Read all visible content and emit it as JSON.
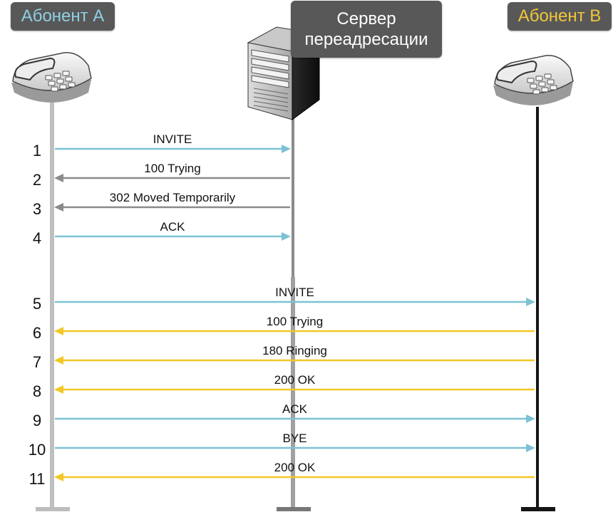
{
  "colors": {
    "subscriber_a": "#7dc2d4",
    "server": "#8a8a8a",
    "subscriber_b": "#f3c825",
    "header_bg": "#585858",
    "header_text": "#ffffff",
    "line_b": "#151515"
  },
  "participants": {
    "a": {
      "label": "Абонент А",
      "label_color": "#8fcfe3",
      "icon": "desk-phone-icon"
    },
    "server": {
      "label_line1": "Сервер",
      "label_line2": "переадресации",
      "label_color": "#ffffff",
      "icon": "server-tower-icon"
    },
    "b": {
      "label": "Абонент В",
      "label_color": "#f1c63b",
      "icon": "desk-phone-icon"
    }
  },
  "messages": [
    {
      "num": "1",
      "label": "INVITE",
      "from": "a",
      "to": "server",
      "color_key": "subscriber_a"
    },
    {
      "num": "2",
      "label": "100 Trying",
      "from": "server",
      "to": "a",
      "color_key": "server"
    },
    {
      "num": "3",
      "label": "302 Moved Temporarily",
      "from": "server",
      "to": "a",
      "color_key": "server"
    },
    {
      "num": "4",
      "label": "ACK",
      "from": "a",
      "to": "server",
      "color_key": "subscriber_a"
    },
    {
      "num": "5",
      "label": "INVITE",
      "from": "a",
      "to": "b",
      "color_key": "subscriber_a"
    },
    {
      "num": "6",
      "label": "100 Trying",
      "from": "b",
      "to": "a",
      "color_key": "subscriber_b"
    },
    {
      "num": "7",
      "label": "180 Ringing",
      "from": "b",
      "to": "a",
      "color_key": "subscriber_b"
    },
    {
      "num": "8",
      "label": "200 OK",
      "from": "b",
      "to": "a",
      "color_key": "subscriber_b"
    },
    {
      "num": "9",
      "label": "ACK",
      "from": "a",
      "to": "b",
      "color_key": "subscriber_a"
    },
    {
      "num": "10",
      "label": "BYE",
      "from": "a",
      "to": "b",
      "color_key": "subscriber_a"
    },
    {
      "num": "11",
      "label": "200 OK",
      "from": "b",
      "to": "a",
      "color_key": "subscriber_b"
    }
  ]
}
